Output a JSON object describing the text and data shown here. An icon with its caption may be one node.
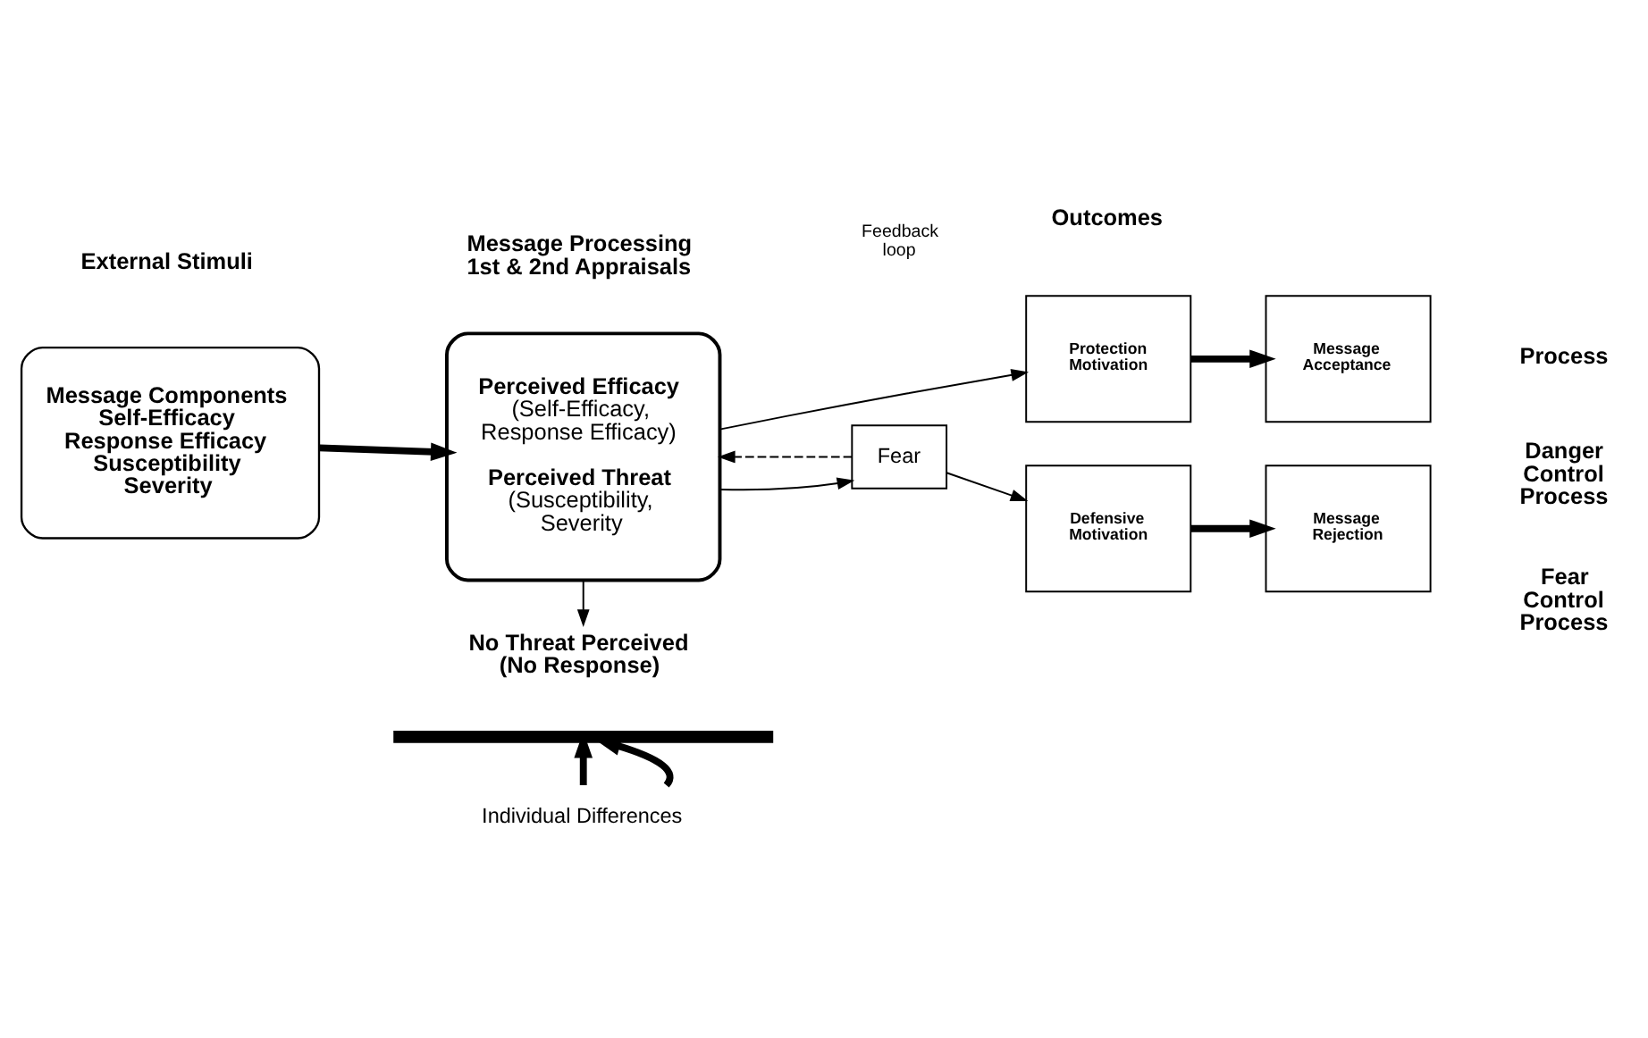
{
  "diagram": {
    "nodes": [
      {
        "text": [
          "Message Components",
          "Self-Efficacy",
          "Response Efficacy",
          "Susceptibility",
          "Severity"
        ]
      },
      {
        "text": [
          "Perceived Efficacy",
          "(Self-Efficacy, Response Efficacy)",
          "Perceived Threat",
          "(Susceptibility, Severity"
        ]
      },
      {
        "text": [
          "No Threat Perceived (No Response)"
        ]
      },
      {
        "text": [
          "Fear"
        ]
      },
      {
        "text": [
          "Protection Motivation"
        ]
      },
      {
        "text": [
          "Message Acceptance"
        ]
      },
      {
        "text": [
          "Defensive Motivation"
        ]
      },
      {
        "text": [
          "Message Rejection"
        ]
      },
      {
        "text": [],
        "shape": "bar"
      },
      {
        "text": [
          "Individual Differences"
        ]
      }
    ],
    "edges": [
      {
        "from": 0,
        "to": 1,
        "arrow": "to",
        "style": "thick"
      },
      {
        "from": 1,
        "to": 4,
        "arrow": "to"
      },
      {
        "from": 1,
        "to": 3,
        "arrow": "to"
      },
      {
        "from": 3,
        "to": 1,
        "arrow": "to",
        "style": "dashed"
      },
      {
        "from": 3,
        "to": 6,
        "arrow": "to"
      },
      {
        "from": 4,
        "to": 5,
        "arrow": "to",
        "style": "thick"
      },
      {
        "from": 6,
        "to": 7,
        "arrow": "to",
        "style": "thick"
      },
      {
        "from": 1,
        "to": 2,
        "arrow": "to"
      },
      {
        "from": 9,
        "to": 8,
        "arrow": "to",
        "style": "thick"
      },
      {
        "from": 9,
        "to": 8,
        "arrow": "to",
        "style": "thick"
      }
    ],
    "labels": [
      "External Stimuli",
      "Message Processing 1st & 2nd Appraisals",
      "Outcomes",
      "Process",
      "Danger Control Process",
      "Feedback loop",
      "Fear Control Process"
    ]
  }
}
